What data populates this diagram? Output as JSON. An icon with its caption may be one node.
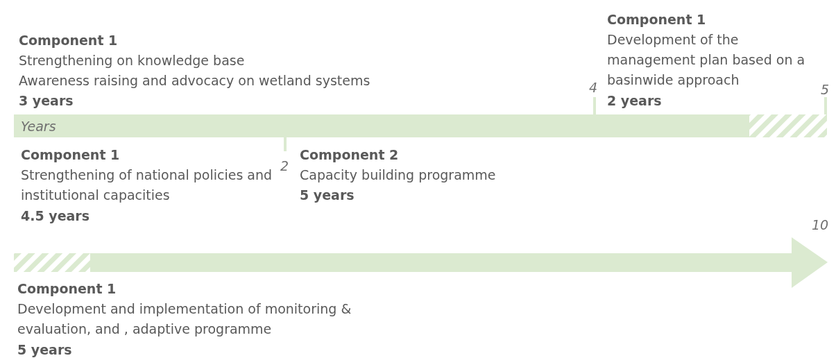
{
  "diagram": {
    "labels": [
      "Component 1",
      "Strengthening on knowledge base",
      "Awareness raising and advocacy on wetland systems",
      "3 years",
      "Component 1",
      "Development of the management plan based on a basinwide approach",
      "2 years",
      "4",
      "5",
      "Years",
      "2",
      "Component 1",
      "Strengthening of national policies and institutional capacities",
      "4.5 years",
      "Component 2",
      "Capacity building programme",
      "5 years",
      "10",
      "Component 1",
      "Development and implementation of monitoring & evaluation, and , adaptive programme",
      "5 years"
    ]
  }
}
